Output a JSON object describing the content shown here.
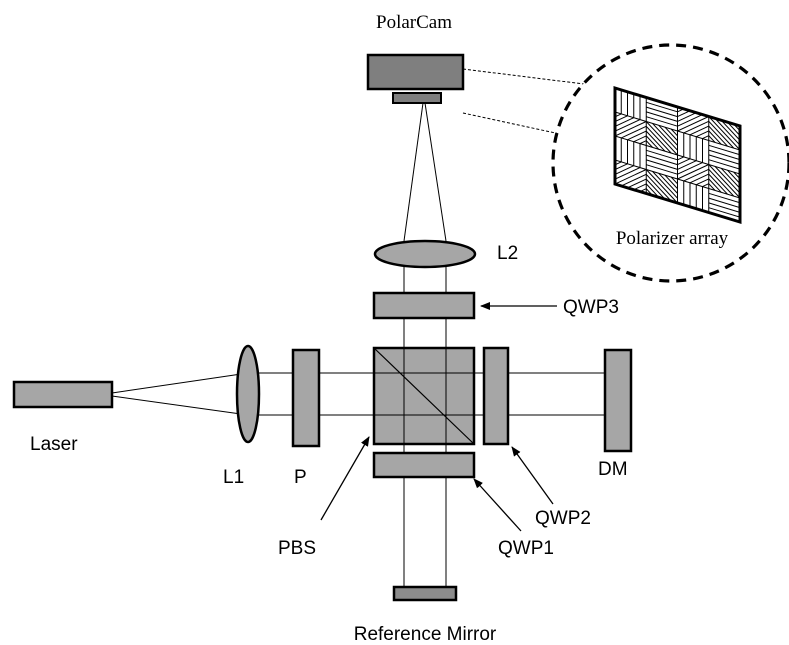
{
  "labels": {
    "polarcam": "PolarCam",
    "polarizer_array": "Polarizer array",
    "l2": "L2",
    "qwp3": "QWP3",
    "laser": "Laser",
    "l1": "L1",
    "p": "P",
    "pbs": "PBS",
    "qwp2": "QWP2",
    "qwp1": "QWP1",
    "dm": "DM",
    "reference_mirror": "Reference Mirror"
  },
  "colors": {
    "component_fill": "#a6a6a6",
    "camera_fill": "#7f7f7f",
    "line": "#000000",
    "background": "#ffffff"
  },
  "icons": {
    "camera": "camera-icon",
    "polarizer_array": "polarizer-array-icon",
    "arrow": "arrow-icon"
  }
}
